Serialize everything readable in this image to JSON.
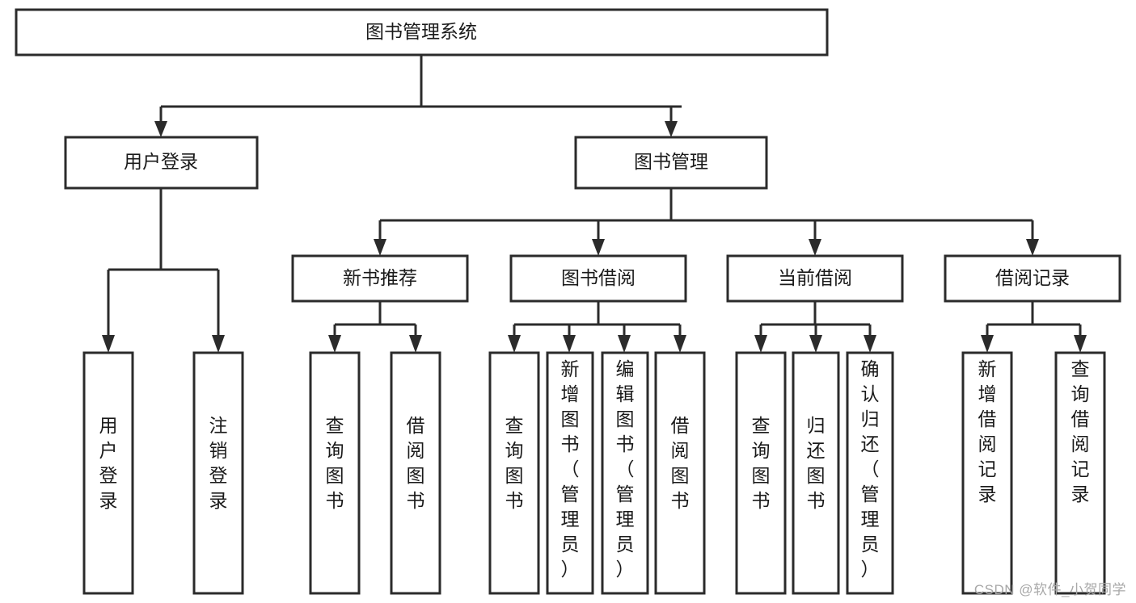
{
  "diagram": {
    "type": "tree-hierarchy-chart",
    "title": "图书管理系统",
    "background_color": "#ffffff",
    "box_stroke_color": "#2b2b2b",
    "box_fill_color": "#ffffff",
    "text_color": "#1a1a1a",
    "connector_color": "#2b2b2b",
    "levels": 4,
    "nodes": {
      "root": {
        "label": "图书管理系统",
        "orientation": "horizontal"
      },
      "level2": [
        {
          "id": "user-login",
          "label": "用户登录",
          "orientation": "horizontal"
        },
        {
          "id": "book-manage",
          "label": "图书管理",
          "orientation": "horizontal"
        }
      ],
      "level3": [
        {
          "id": "new-book-recommend",
          "label": "新书推荐",
          "orientation": "horizontal",
          "parent": "book-manage"
        },
        {
          "id": "book-borrow",
          "label": "图书借阅",
          "orientation": "horizontal",
          "parent": "book-manage"
        },
        {
          "id": "current-borrow",
          "label": "当前借阅",
          "orientation": "horizontal",
          "parent": "book-manage"
        },
        {
          "id": "borrow-record",
          "label": "借阅记录",
          "orientation": "horizontal",
          "parent": "book-manage"
        }
      ],
      "leaves": [
        {
          "id": "leaf-user-login",
          "label": "用户登录",
          "orientation": "vertical",
          "parent": "user-login"
        },
        {
          "id": "leaf-logout-login",
          "label": "注销登录",
          "orientation": "vertical",
          "parent": "user-login"
        },
        {
          "id": "leaf-query-book-1",
          "label": "查询图书",
          "orientation": "vertical",
          "parent": "new-book-recommend"
        },
        {
          "id": "leaf-borrow-book-1",
          "label": "借阅图书",
          "orientation": "vertical",
          "parent": "new-book-recommend"
        },
        {
          "id": "leaf-query-book-2",
          "label": "查询图书",
          "orientation": "vertical",
          "parent": "book-borrow"
        },
        {
          "id": "leaf-add-book-admin",
          "label": "新增图书（管理员）",
          "orientation": "vertical",
          "parent": "book-borrow"
        },
        {
          "id": "leaf-edit-book-admin",
          "label": "编辑图书（管理员）",
          "orientation": "vertical",
          "parent": "book-borrow"
        },
        {
          "id": "leaf-borrow-book-2",
          "label": "借阅图书",
          "orientation": "vertical",
          "parent": "book-borrow"
        },
        {
          "id": "leaf-query-book-3",
          "label": "查询图书",
          "orientation": "vertical",
          "parent": "current-borrow"
        },
        {
          "id": "leaf-return-book",
          "label": "归还图书",
          "orientation": "vertical",
          "parent": "current-borrow"
        },
        {
          "id": "leaf-confirm-return-admin",
          "label": "确认归还（管理员）",
          "orientation": "vertical",
          "parent": "current-borrow"
        },
        {
          "id": "leaf-add-borrow-record",
          "label": "新增借阅记录",
          "orientation": "vertical",
          "parent": "borrow-record"
        },
        {
          "id": "leaf-query-borrow-record",
          "label": "查询借阅记录",
          "orientation": "vertical",
          "parent": "borrow-record"
        }
      ]
    }
  },
  "watermark": {
    "text": "CSDN @软件_小贺同学",
    "color": "#a8a8a8"
  }
}
